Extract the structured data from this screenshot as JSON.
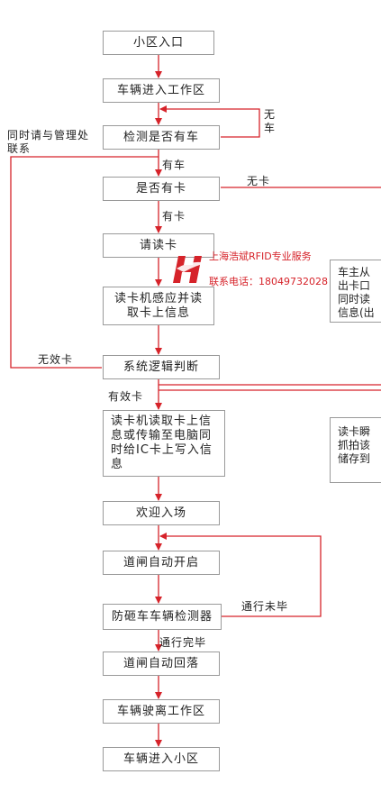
{
  "diagram": {
    "nodes": {
      "entrance": "小区入口",
      "enter_zone": "车辆进入工作区",
      "detect_car": "检测是否有车",
      "has_card": "是否有卡",
      "read_card": "请读卡",
      "reader_sense": "读卡机感应并读取卡上信息",
      "logic": "系统逻辑判断",
      "write_ic": "读卡机读取卡上信息或传输至电脑同时给IC卡上写入信息",
      "welcome": "欢迎入场",
      "gate_open": "道闸自动开启",
      "anti_smash": "防砸车车辆检测器",
      "gate_close": "道闸自动回落",
      "leave_zone": "车辆驶离工作区",
      "enter_community": "车辆进入小区"
    },
    "edge_labels": {
      "no_car": "无车",
      "has_car": "有车",
      "no_card": "无卡",
      "have_card": "有卡",
      "invalid_card": "无效卡",
      "valid_card": "有效卡",
      "not_passed": "通行未毕",
      "passed": "通行完毕",
      "contact_admin": "同时请与管理处联系"
    },
    "side_panels": {
      "owner": [
        "车主从",
        "出卡口",
        "同时读",
        "信息(出"
      ],
      "capture": [
        "读卡瞬",
        "抓拍该",
        "储存到"
      ]
    }
  },
  "watermark": {
    "company": "上海浩斌RFID专业服务",
    "phone": "联系电话：18049732028",
    "color": "#d6232a"
  },
  "colors": {
    "arrow": "#d6232a",
    "box_border": "#9a9a9a"
  }
}
